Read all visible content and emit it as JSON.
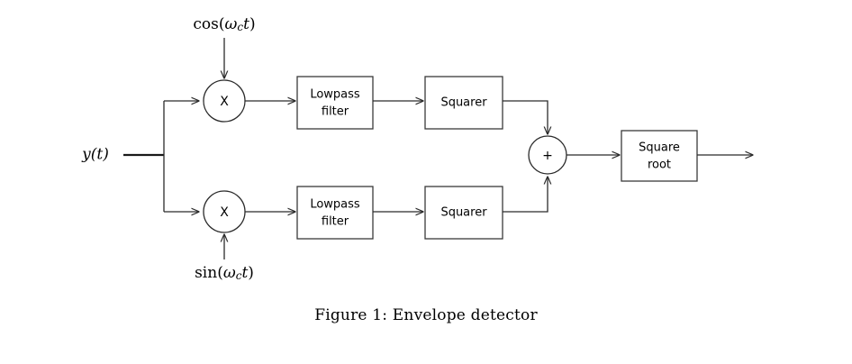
{
  "figure": {
    "caption": "Figure 1: Envelope detector",
    "caption_prefix": "Figure 1:",
    "caption_title": "Envelope detector"
  },
  "signals": {
    "input_label": "y(t)",
    "carrier_cos": "cos(ωct)",
    "carrier_cos_parts": {
      "func": "cos(",
      "omega": "ω",
      "sub": "c",
      "var": "t",
      "close": ")"
    },
    "carrier_sin": "sin(ωct)",
    "carrier_sin_parts": {
      "func": "sin(",
      "omega": "ω",
      "sub": "c",
      "var": "t",
      "close": ")"
    }
  },
  "blocks": {
    "multiplier_top": {
      "label": "X",
      "name": "mixer-top"
    },
    "multiplier_bottom": {
      "label": "X",
      "name": "mixer-bottom"
    },
    "lowpass_top": {
      "line1": "Lowpass",
      "line2": "filter"
    },
    "lowpass_bottom": {
      "line1": "Lowpass",
      "line2": "filter"
    },
    "squarer_top": {
      "label": "Squarer"
    },
    "squarer_bottom": {
      "label": "Squarer"
    },
    "adder": {
      "label": "+"
    },
    "square_root": {
      "line1": "Square",
      "line2": "root"
    }
  },
  "colors": {
    "background": "#ffffff",
    "stroke": "#2b2b2b",
    "box_stroke": "#3a3a3a",
    "text": "#000000"
  }
}
